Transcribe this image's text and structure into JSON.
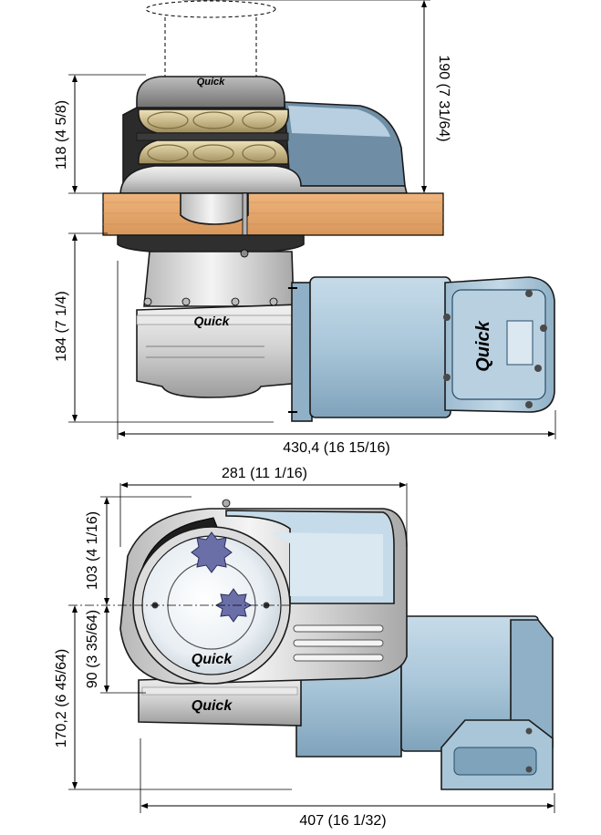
{
  "drawing": {
    "side_view": {
      "dimensions": {
        "total_height": "190 (7 31/64)",
        "upper_height": "118 (4 5/8)",
        "lower_height": "184 (7 1/4)",
        "overall_length": "430,4 (16 15/16)"
      },
      "logo": "Quick"
    },
    "top_view": {
      "dimensions": {
        "width": "281 (11 1/16)",
        "front_offset": "103 (4 1/16)",
        "rear_offset": "90 (3 35/64)",
        "depth": "170,2 (6 45/64)",
        "overall_length": "407 (16 1/32)"
      },
      "logo": "Quick"
    },
    "colors": {
      "motor_blue": "#a9c6d9",
      "motor_blue_dark": "#7fa3bb",
      "wood": "#e3a56a",
      "steel": "#d9d9d9",
      "bronze": "#c9b98a",
      "black": "#2b2b2b"
    }
  }
}
